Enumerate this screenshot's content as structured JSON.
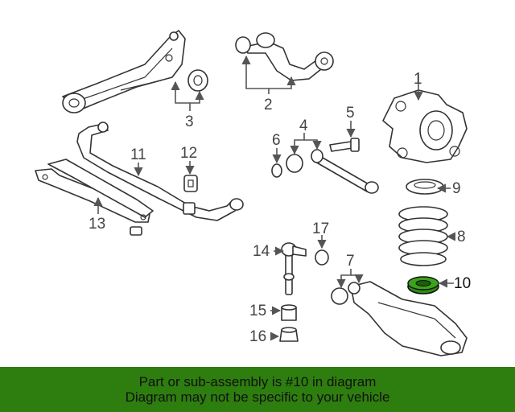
{
  "callouts": {
    "c1": "1",
    "c2": "2",
    "c3": "3",
    "c4": "4",
    "c5": "5",
    "c6": "6",
    "c7": "7",
    "c8": "8",
    "c9": "9",
    "c10": "10",
    "c11": "11",
    "c12": "12",
    "c13": "13",
    "c14": "14",
    "c15": "15",
    "c16": "16",
    "c17": "17"
  },
  "highlighted_part": "10",
  "highlight_color": "#2e8b12",
  "banner": {
    "line1": "Part or sub-assembly is #10 in diagram",
    "line2": "Diagram may not be specific to your vehicle",
    "background": "#2e7d0f"
  }
}
